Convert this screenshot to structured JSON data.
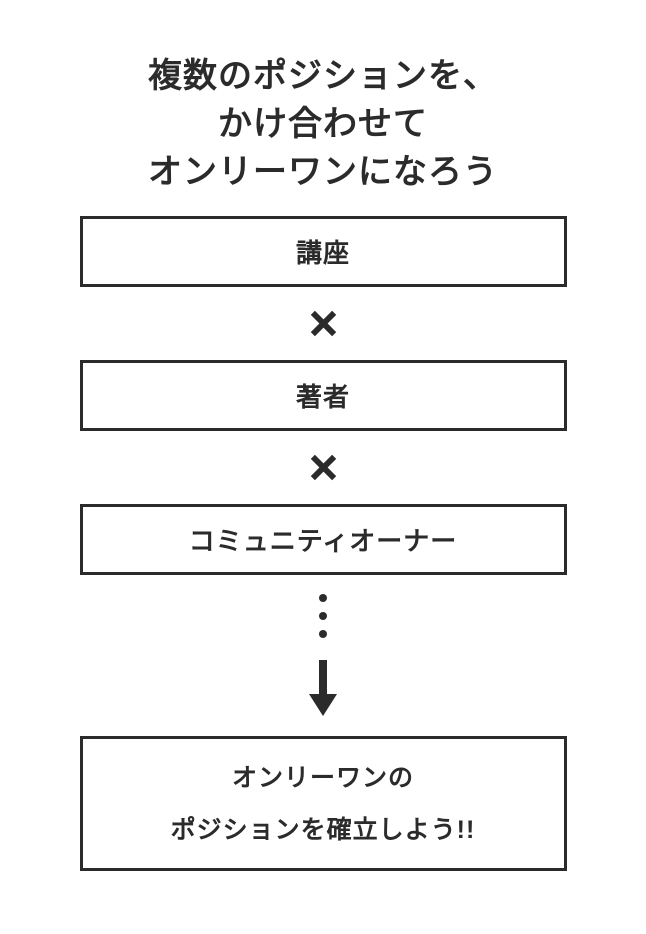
{
  "page": {
    "background_color": "#ffffff",
    "ink_color": "#2b2b2b"
  },
  "title": {
    "lines": {
      "0": "複数のポジションを、",
      "1": "かけ合わせて",
      "2": "オンリーワンになろう"
    }
  },
  "flow": {
    "boxes": {
      "0": {
        "label": "講座"
      },
      "1": {
        "label": "著者"
      },
      "2": {
        "label": "コミュニティオーナー"
      }
    },
    "multiply_symbol": "×",
    "ellipsis_dots": 3,
    "result_box": {
      "lines": {
        "0": "オンリーワンの",
        "1": "ポジションを確立しよう!!"
      }
    }
  },
  "icons": {
    "multiply": "×",
    "down_arrow": "↓",
    "vertical_ellipsis": "⋮"
  }
}
